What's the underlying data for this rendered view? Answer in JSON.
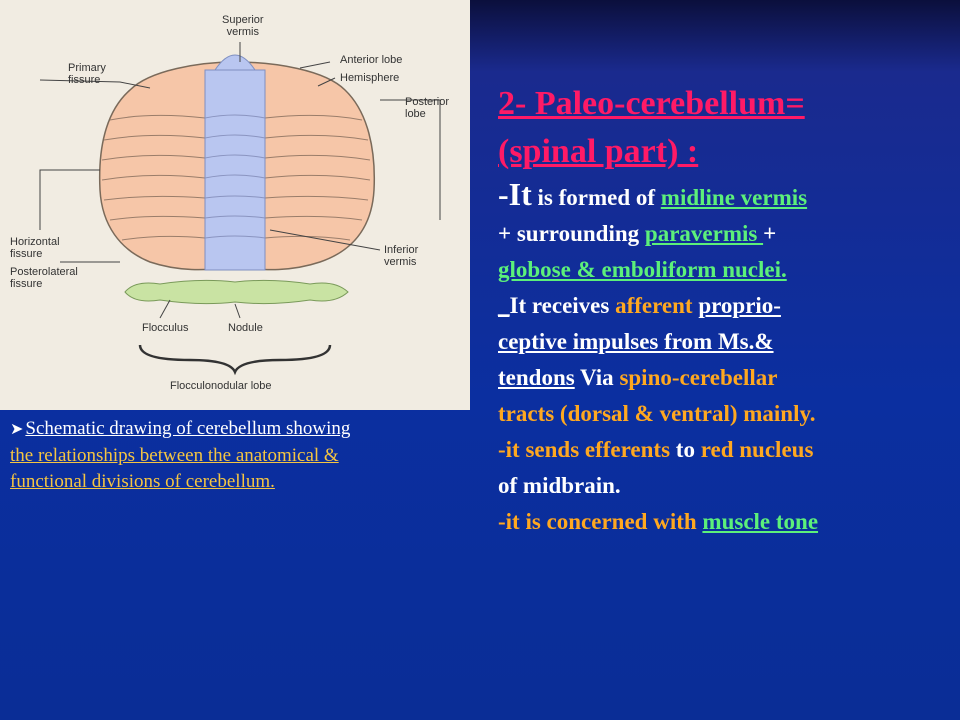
{
  "figure": {
    "labels": {
      "superior_vermis_1": "Superior",
      "superior_vermis_2": "vermis",
      "anterior_lobe": "Anterior lobe",
      "hemisphere": "Hemisphere",
      "primary_fissure_1": "Primary",
      "primary_fissure_2": "fissure",
      "posterior_lobe_1": "Posterior",
      "posterior_lobe_2": "lobe",
      "horizontal_fissure_1": "Horizontal",
      "horizontal_fissure_2": "fissure",
      "posterolateral_fissure_1": "Posterolateral",
      "posterolateral_fissure_2": "fissure",
      "inferior_vermis_1": "Inferior",
      "inferior_vermis_2": "vermis",
      "flocculus": "Flocculus",
      "nodule": "Nodule",
      "flocculonodular_lobe": "Flocculonodular lobe"
    },
    "colors": {
      "vermis": "#b9c6f0",
      "hemisphere": "#f6c6a8",
      "flocculonodular": "#c9e3a3"
    }
  },
  "caption": {
    "bullet": "➤",
    "line1": "Schematic drawing of cerebellum showing",
    "line2": "the relationships between the anatomical &",
    "line3": "functional divisions of cerebellum."
  },
  "main": {
    "title_line1": "2- Paleo-cerebellum=",
    "title_line2": "(spinal part) :",
    "p1_dash": "-",
    "p1_it": "It",
    "p1_a": " is formed of ",
    "p1_midline": "midline vermis",
    "p1_b": "+ surrounding ",
    "p1_paravermis": "paravermis ",
    "p1_c": "+",
    "p1_nuclei": "globose & emboliform nuclei.",
    "p2_underscore": "_",
    "p2_a": "It receives ",
    "p2_afferent": "afferent",
    "p2_b": " ",
    "p2_proprio": "proprio-",
    "p2_ceptive": "ceptive impulses from Ms.&",
    "p2_tendons": "tendons",
    "p2_via": " Via ",
    "p2_spino": "spino-cerebellar",
    "p2_tracts": "tracts (dorsal & ventral) mainly.",
    "p3_a": "-it sends ",
    "p3_efferents": "efferents",
    "p3_to": " to ",
    "p3_red": "red nucleus",
    "p3_b": "of midbrain.",
    "p4_a": "-it is concerned with ",
    "p4_muscle": "muscle tone"
  }
}
